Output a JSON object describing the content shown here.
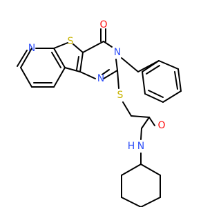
{
  "molecule": {
    "atoms": [
      {
        "id": "n_pyr",
        "text": "N",
        "color": "#3050f8"
      },
      {
        "id": "s_thio",
        "text": "S",
        "color": "#c8b400"
      },
      {
        "id": "o_keto",
        "text": "O",
        "color": "#ff0d0d"
      },
      {
        "id": "n_pym3",
        "text": "N",
        "color": "#3050f8"
      },
      {
        "id": "n_pym1",
        "text": "N",
        "color": "#3050f8"
      },
      {
        "id": "s_link",
        "text": "S",
        "color": "#c8b400"
      },
      {
        "id": "o_amide",
        "text": "O",
        "color": "#ff0d0d"
      },
      {
        "id": "nh_amide",
        "text": "N",
        "color": "#3050f8"
      },
      {
        "id": "h_amide",
        "text": "H",
        "color": "#3050f8"
      }
    ],
    "colors": {
      "carbon_bond": "#000000",
      "nitrogen": "#3050f8",
      "sulfur": "#c8b400",
      "oxygen": "#ff0d0d"
    }
  }
}
